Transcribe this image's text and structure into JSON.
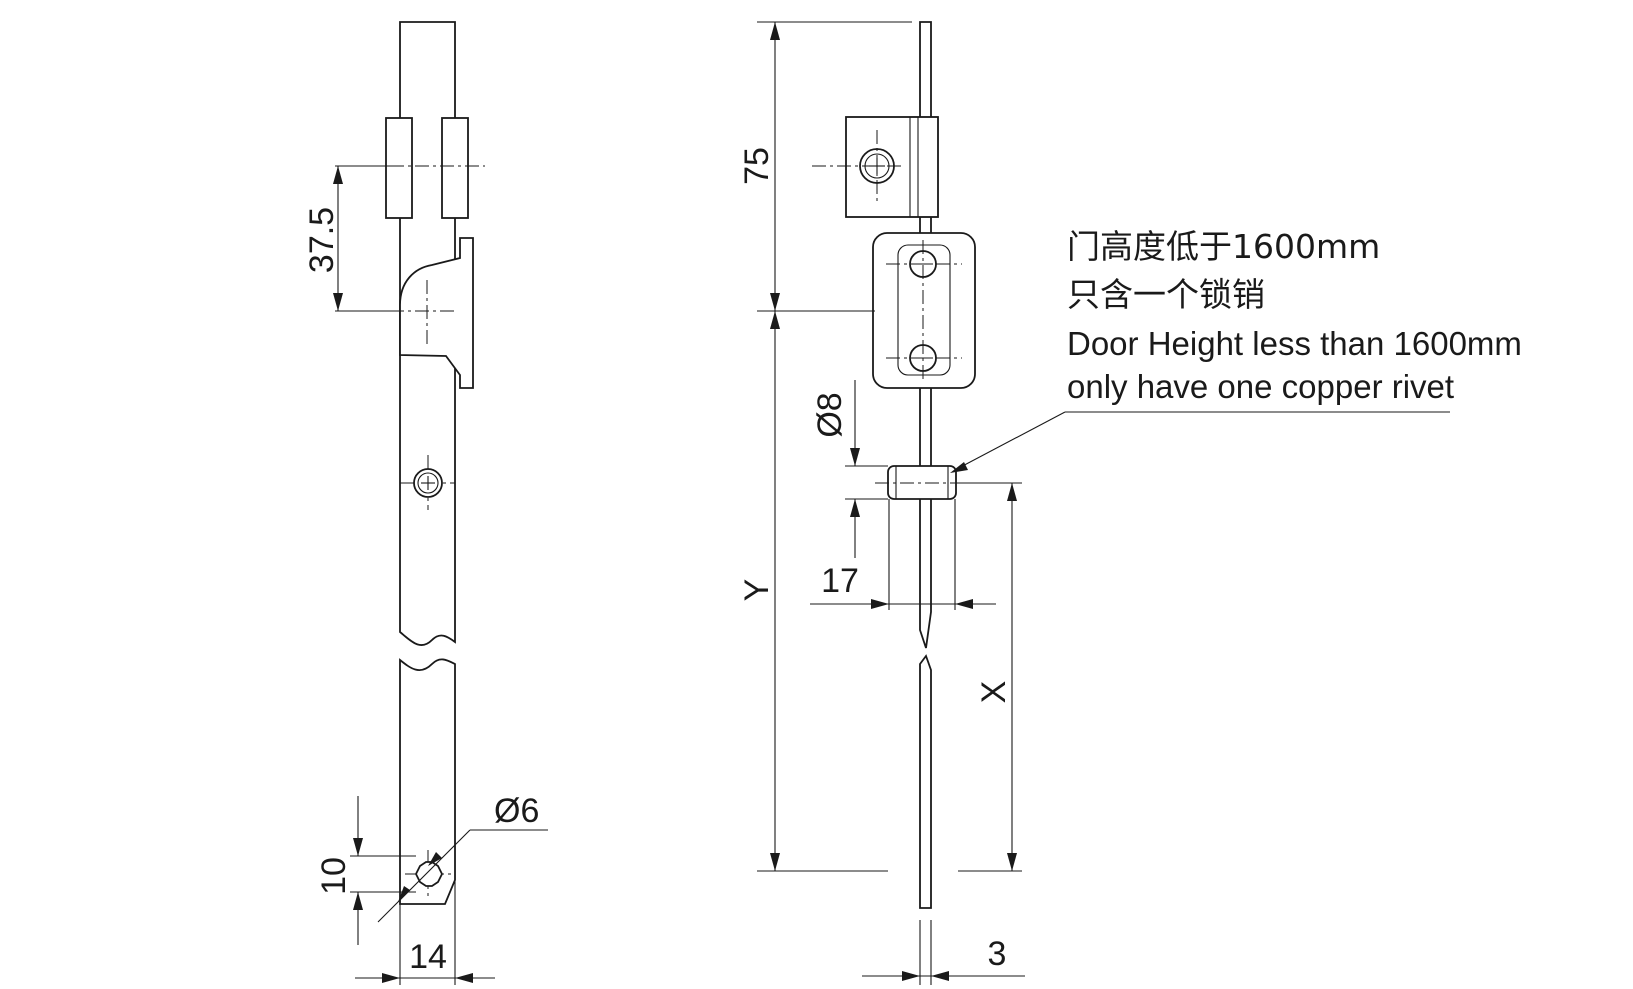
{
  "dimensions": {
    "d37_5": "37.5",
    "d10": "10",
    "d14": "14",
    "d6": "Ø6",
    "d75": "75",
    "dY": "Y",
    "d8": "Ø8",
    "d17": "17",
    "dX": "X",
    "d3": "3"
  },
  "note": {
    "cn_line1": "门高度低于1600mm",
    "cn_line2": "只含一个锁销",
    "en_line1": "Door Height less than 1600mm",
    "en_line2": "only have one copper rivet"
  }
}
